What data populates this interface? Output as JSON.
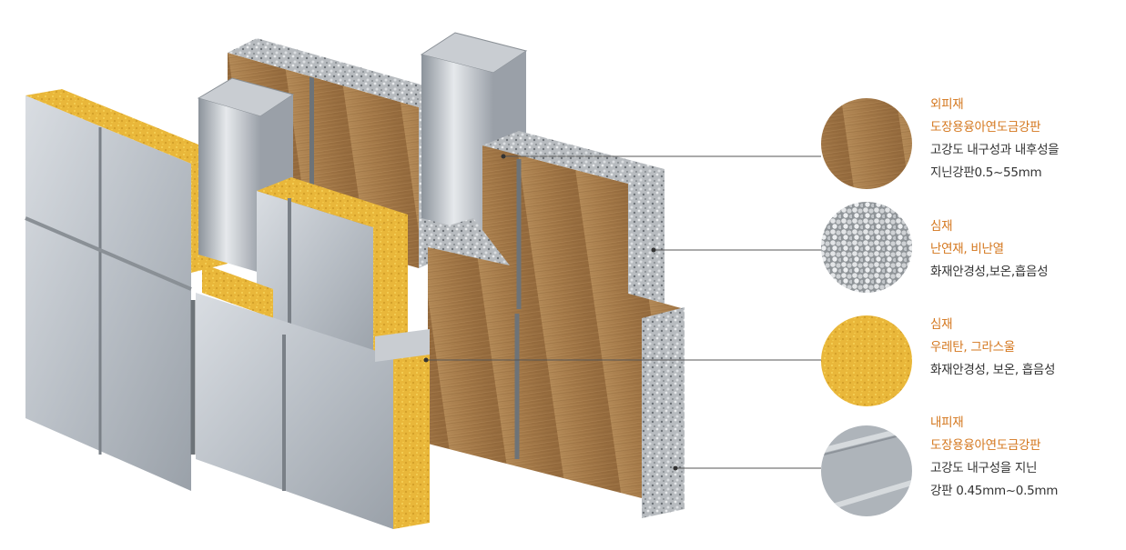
{
  "colors": {
    "accent": "#d4771e",
    "body_text": "#333333",
    "leader_line": "#555555"
  },
  "legend": [
    {
      "icon": "wood-texture-swatch",
      "title": "외피재",
      "subtitle": "도장용융아연도금강판",
      "desc1": "고강도 내구성과 내후성을",
      "desc2": "지닌강판0.5~55mm"
    },
    {
      "icon": "gray-pellet-swatch",
      "title": "심재",
      "subtitle": "난연재, 비난열",
      "desc1": "화재안경성,보온,흡음성",
      "desc2": ""
    },
    {
      "icon": "yellow-foam-swatch",
      "title": "심재",
      "subtitle": "우레탄, 그라스울",
      "desc1": "화재안경성, 보온, 흡음성",
      "desc2": ""
    },
    {
      "icon": "steel-sheet-swatch",
      "title": "내피재",
      "subtitle": "도장용융아연도금강판",
      "desc1": "고강도 내구성을 지닌",
      "desc2": "강판 0.45mm~0.5mm"
    }
  ]
}
